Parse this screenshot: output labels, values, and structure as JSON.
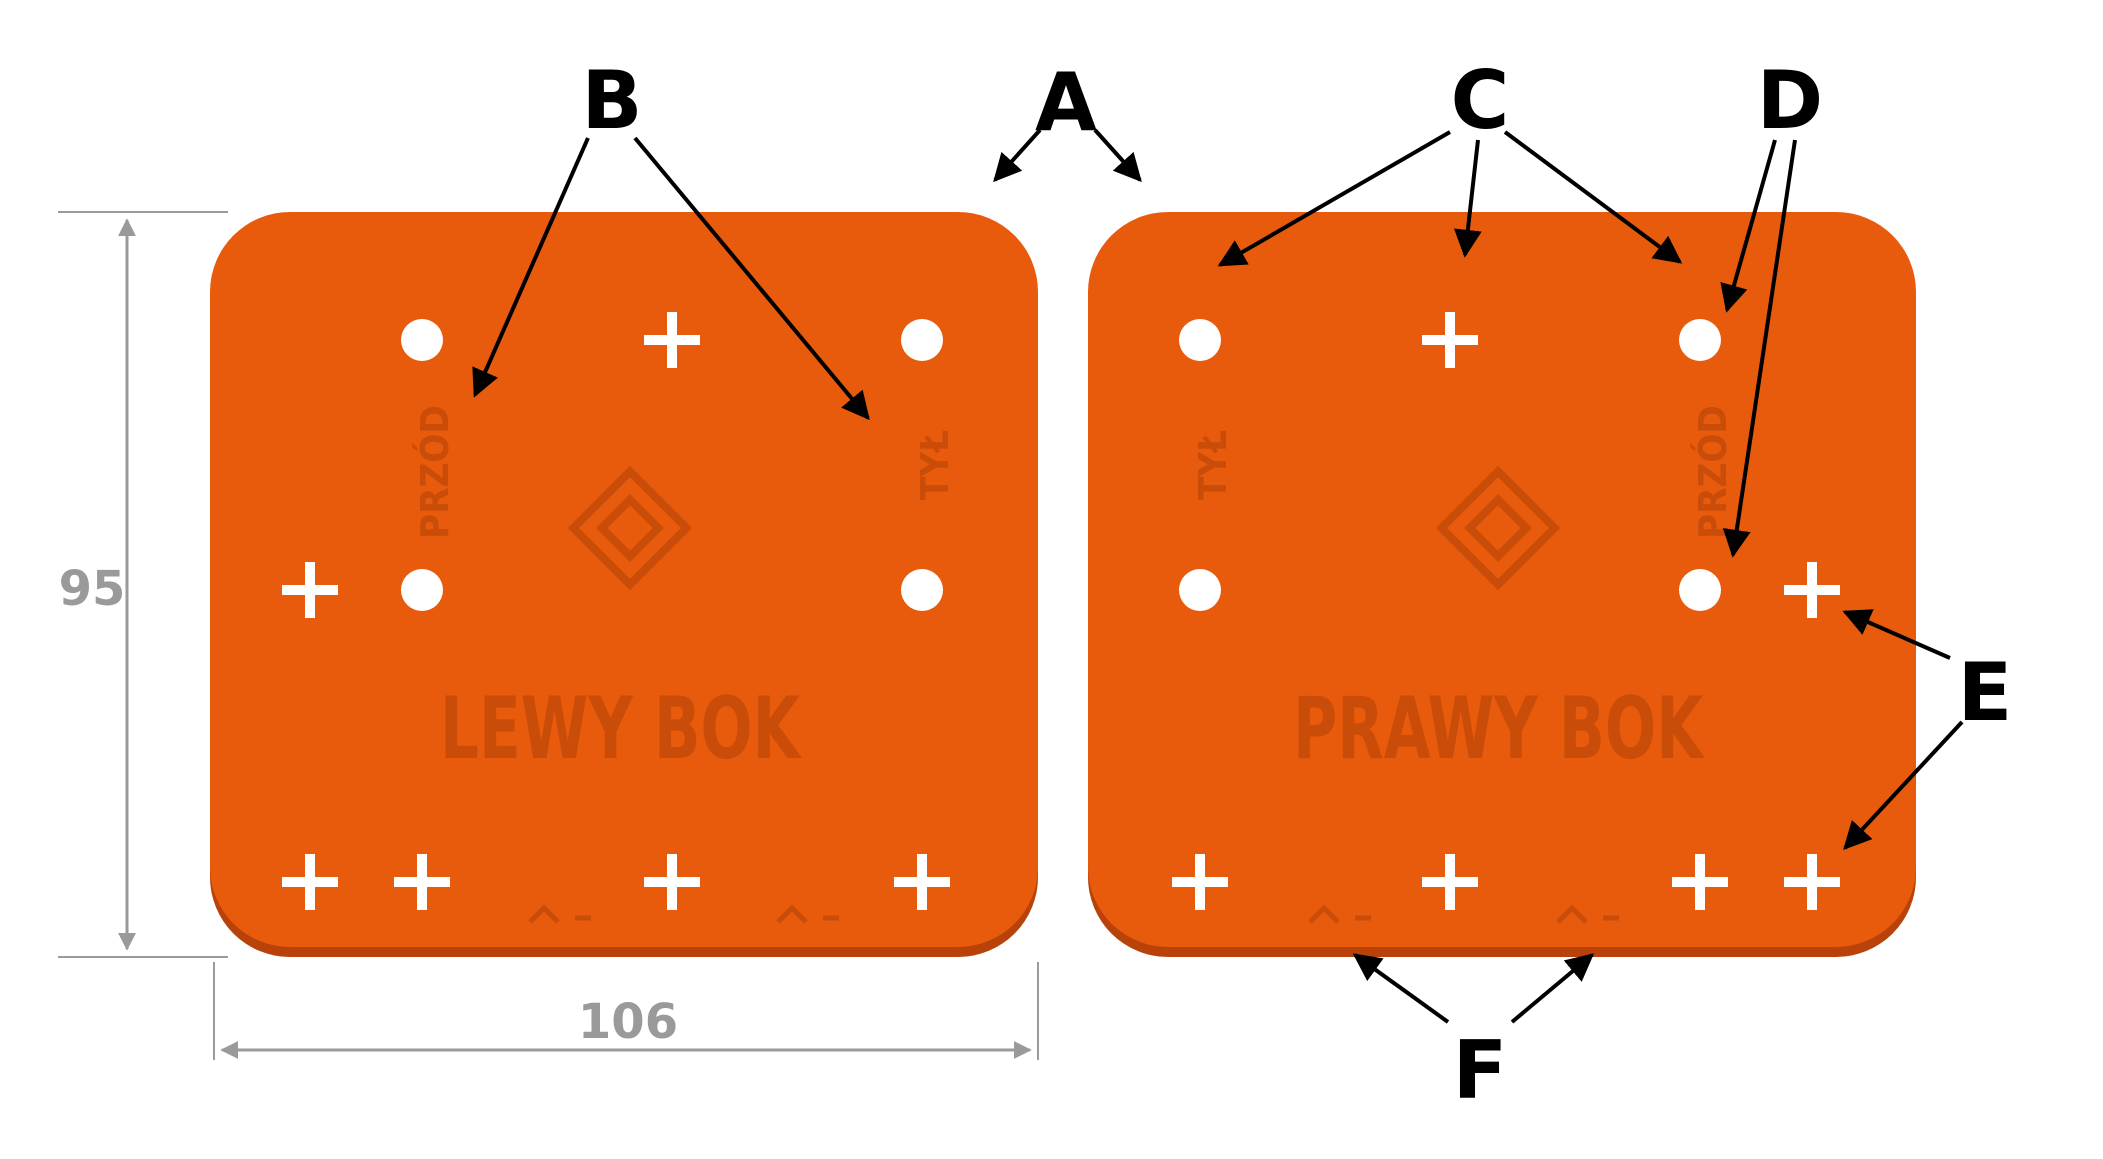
{
  "diagram": {
    "callouts": [
      "A",
      "B",
      "C",
      "D",
      "E",
      "F"
    ],
    "dimensions": {
      "height": "95",
      "width": "106"
    },
    "plates": [
      {
        "side_text": "LEWY BOK",
        "label_left": "PRZÓD",
        "label_right": "TYŁ"
      },
      {
        "side_text": "PRAWY BOK",
        "label_left": "TYŁ",
        "label_right": "PRZÓD"
      }
    ],
    "colors": {
      "plate": "#e85a0c",
      "plate_edge": "#b8420a",
      "emboss": "#c94c08",
      "hole": "#ffffff",
      "dimension": "#9a9a9a",
      "arrow": "#000000"
    }
  }
}
